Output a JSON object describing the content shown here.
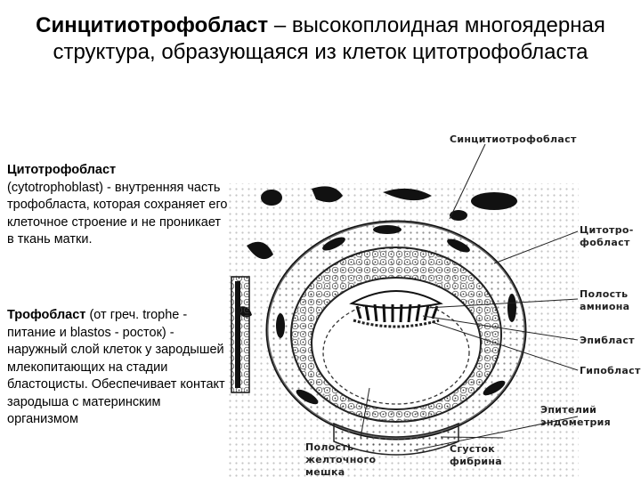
{
  "title": {
    "bold": "Синцитиотрофобласт",
    "rest": " – высокоплоидная многоядерная структура, образующаяся из клеток цитотрофобласта"
  },
  "left": {
    "cyto_term": "Цитотрофобласт",
    "cyto_desc": "(cytotrophoblast) - внутренняя часть трофобласта, которая сохраняет его клеточное строение и не проникает в ткань матки.",
    "tropho_term": "Трофобласт",
    "tropho_desc": " (от греч. trophe - питание и blastos - росток) - наружный слой клеток у зародышей млекопитающих на стадии бластоцисты. Обеспечивает контакт зародыша с материнским организмом"
  },
  "diagram": {
    "labels": {
      "syncytio": "Синцитиотрофобласт",
      "cyto_1": "Цитотро-",
      "cyto_2": "фобласт",
      "amnion_1": "Полость",
      "amnion_2": "амниона",
      "epiblast": "Эпибласт",
      "hypoblast": "Гипобласт",
      "endo_1": "Эпителий",
      "endo_2": "эндометрия",
      "yolk_1": "Полость",
      "yolk_2": "желточного",
      "yolk_3": "мешка",
      "fibrin_1": "Сгусток",
      "fibrin_2": "фибрина"
    }
  }
}
